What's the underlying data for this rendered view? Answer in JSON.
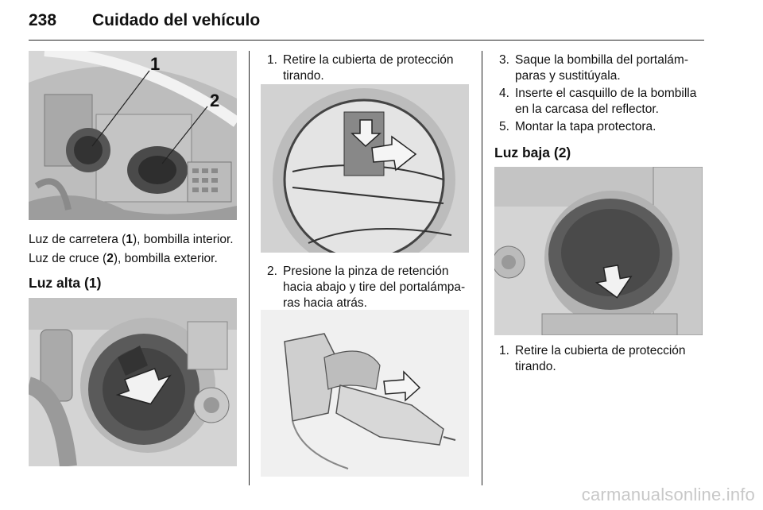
{
  "header": {
    "page_number": "238",
    "title": "Cuidado del vehículo"
  },
  "left": {
    "figure_callouts": [
      "1",
      "2"
    ],
    "caption1": {
      "before": "Luz de carretera (",
      "bold": "1",
      "after": "), bombilla interior."
    },
    "caption2": {
      "before": "Luz de cruce (",
      "bold": "2",
      "after": "), bombilla exterior."
    },
    "heading": "Luz alta (1)"
  },
  "middle": {
    "steps": [
      {
        "num": "1.",
        "lines": [
          "Retire la cubierta de protección",
          "tirando."
        ]
      },
      {
        "num": "2.",
        "lines": [
          "Presione la pinza de retención",
          "hacia abajo y tire del portalámpa-",
          "ras hacia atrás."
        ]
      }
    ]
  },
  "right": {
    "steps_top": [
      {
        "num": "3.",
        "lines": [
          "Saque la bombilla del portalám-",
          "paras y sustitúyala."
        ]
      },
      {
        "num": "4.",
        "lines": [
          "Inserte el casquillo de la bombilla",
          "en la carcasa del reflector."
        ]
      },
      {
        "num": "5.",
        "lines": [
          "Montar la tapa protectora."
        ]
      }
    ],
    "heading": "Luz baja (2)",
    "steps_bottom": [
      {
        "num": "1.",
        "lines": [
          "Retire la cubierta de protección",
          "tirando."
        ]
      }
    ]
  },
  "watermark": "carmanualsonline.info"
}
